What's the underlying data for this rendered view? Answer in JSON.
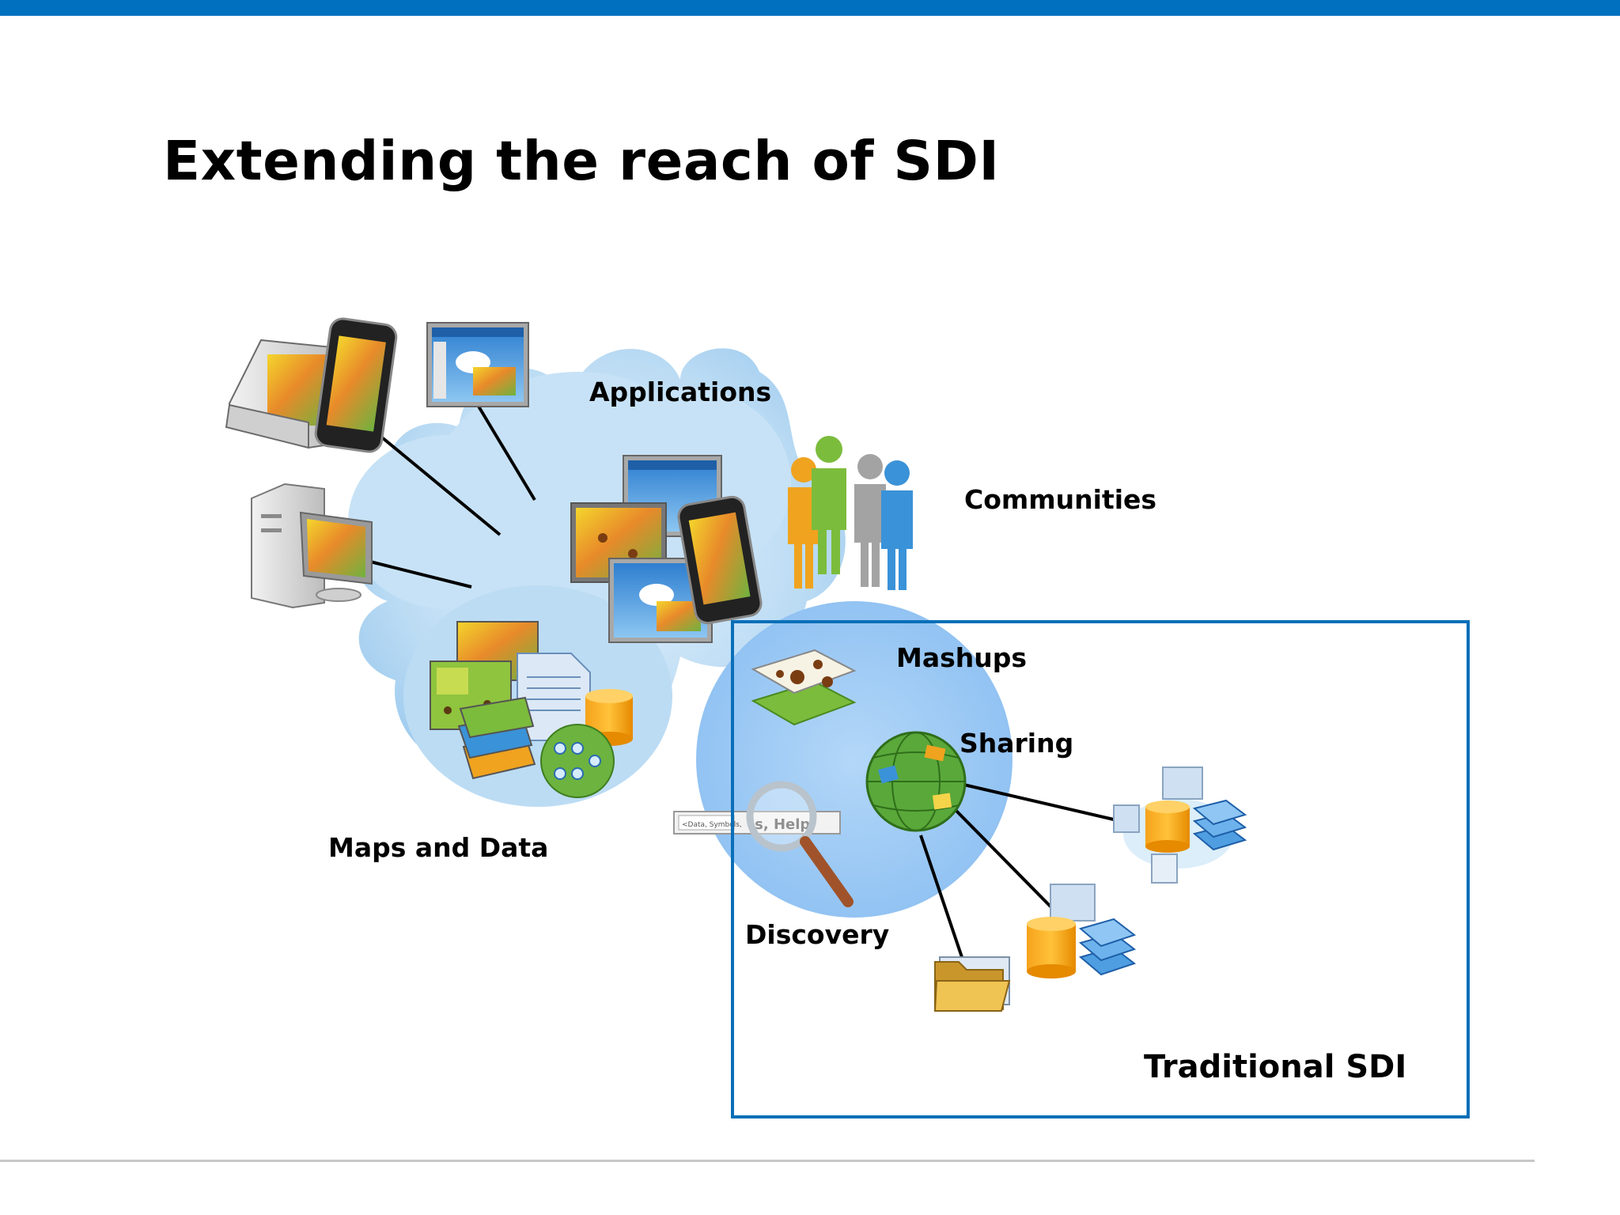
{
  "slide": {
    "title": "Extending the reach of SDI",
    "accent_color": "#0070bf",
    "box_color": "#0a6fb8"
  },
  "diagram": {
    "labels": {
      "applications": "Applications",
      "communities": "Communities",
      "mashups": "Mashups",
      "sharing": "Sharing",
      "maps_and_data": "Maps and Data",
      "discovery": "Discovery",
      "traditional_sdi": "Traditional SDI"
    },
    "search_text": "ls, Help",
    "search_hint": "<Data, Symbols,",
    "icons": [
      "cloud-icon",
      "pda-device-icon",
      "smartphone-icon",
      "web-app-window-icon",
      "desktop-computer-icon",
      "people-group-icon",
      "map-stack-icon",
      "document-icon",
      "database-icon",
      "model-network-icon",
      "map-layers-icon",
      "mashup-layers-icon",
      "globe-icon",
      "magnifier-icon",
      "search-box-icon",
      "folder-icon",
      "server-node-icon"
    ]
  }
}
